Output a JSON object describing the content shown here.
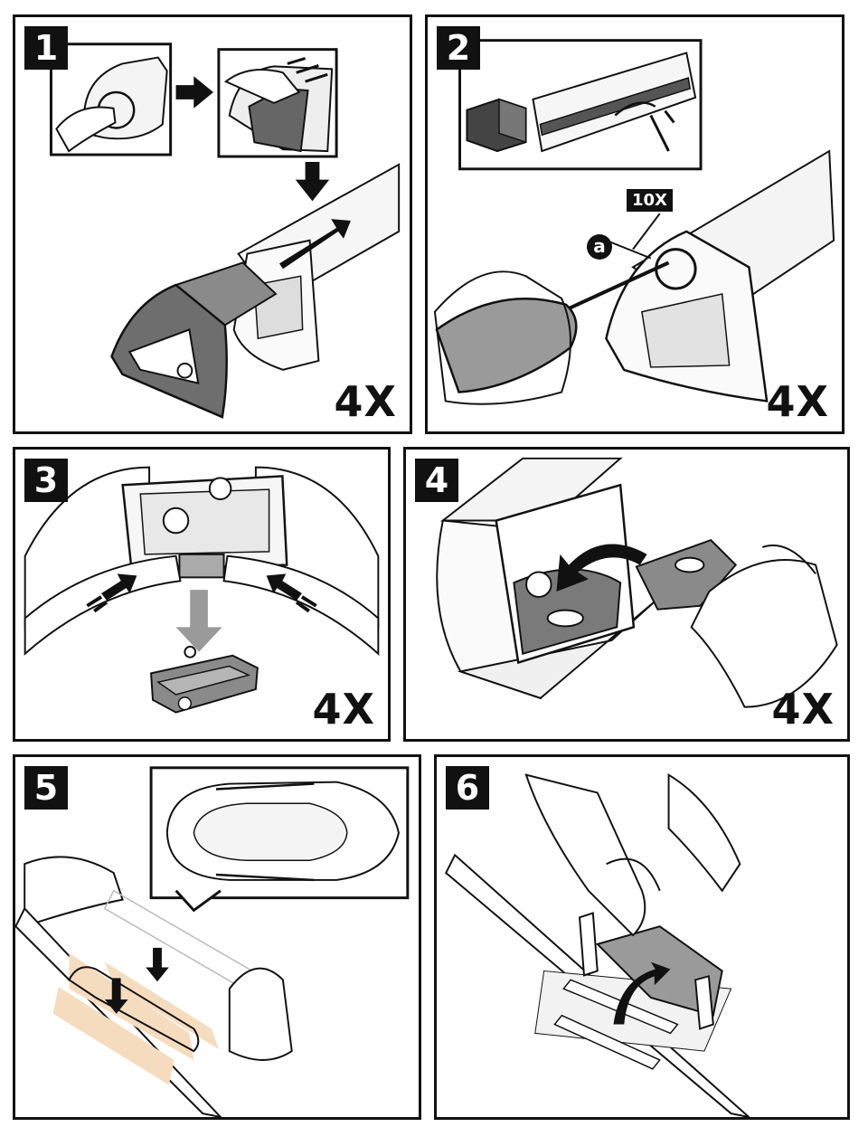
{
  "steps": [
    {
      "number": "1",
      "multiplier": "4X"
    },
    {
      "number": "2",
      "multiplier": "4X",
      "count_label": "10X",
      "callout_label": "a"
    },
    {
      "number": "3",
      "multiplier": "4X"
    },
    {
      "number": "4",
      "multiplier": "4X"
    },
    {
      "number": "5",
      "multiplier": ""
    },
    {
      "number": "6",
      "multiplier": ""
    }
  ],
  "colors": {
    "ink": "#111111",
    "tape": "#f6dcbf",
    "grey": "#9a9a9a",
    "shade": "#6e6e6e"
  }
}
